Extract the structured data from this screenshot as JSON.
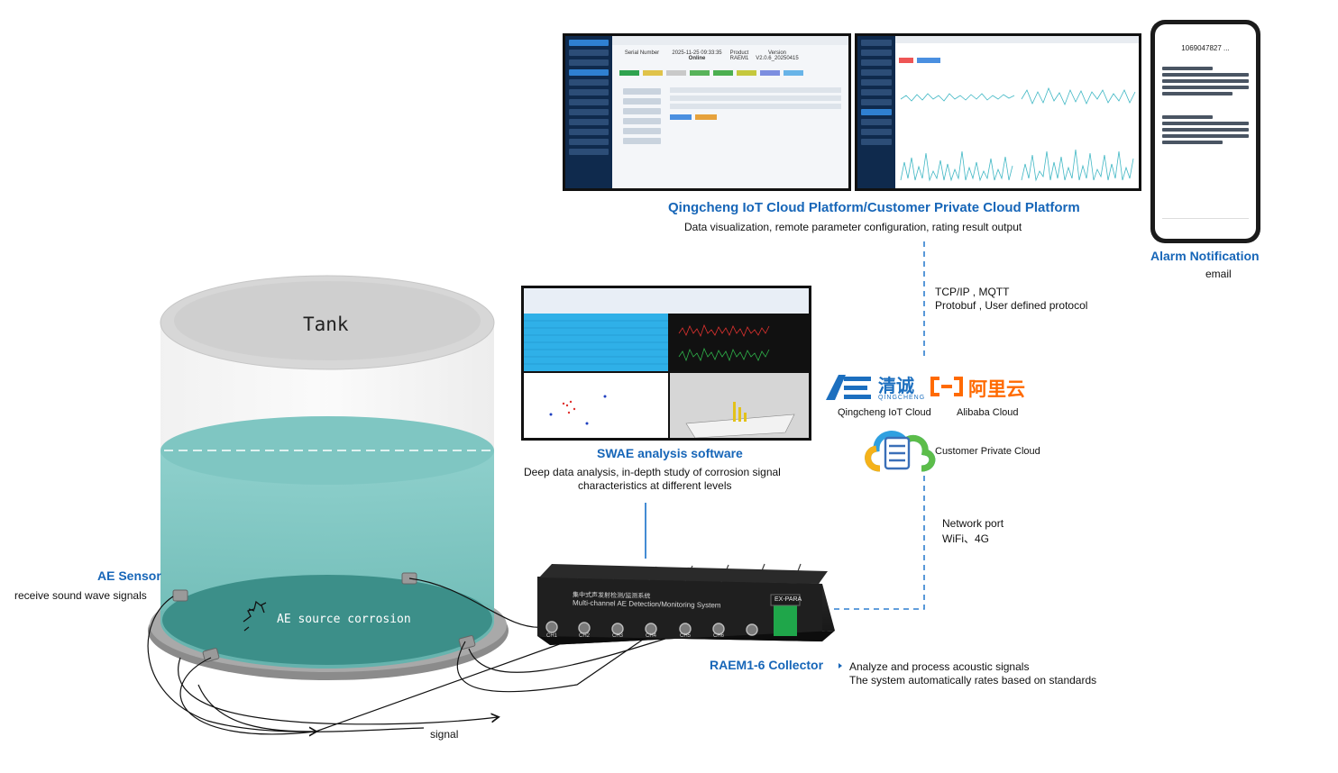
{
  "platform": {
    "title": "Qingcheng IoT Cloud Platform/Customer Private Cloud Platform",
    "subtitle": "Data visualization, remote parameter configuration, rating result output",
    "screen1": {
      "serial_label": "Serial Number",
      "time_value": "2025-11-25 09:33:35",
      "status": "Online",
      "product_label": "Product",
      "product_value": "RAEM1",
      "version_label": "Version",
      "version_value": "V2.0.6_20250415"
    }
  },
  "alarm": {
    "title": "Alarm Notification",
    "subtitle": "email",
    "phone_number": "1069047827 ..."
  },
  "link_cloud": {
    "line1": "TCP/IP , MQTT",
    "line2": "Protobuf , User defined protocol"
  },
  "clouds": {
    "qingcheng_logo": "清诚",
    "qingcheng_logo_en": "QINGCHENG",
    "qingcheng_label": "Qingcheng IoT Cloud",
    "alibaba_logo": "阿里云",
    "alibaba_label": "Alibaba Cloud",
    "private_label": "Customer Private Cloud"
  },
  "swae": {
    "title": "SWAE analysis software",
    "desc_line1": "Deep data analysis, in-depth study of corrosion signal",
    "desc_line2": "characteristics at different levels"
  },
  "network": {
    "line1": "Network port",
    "line2": "WiFi、4G"
  },
  "tank": {
    "label": "Tank",
    "source_label": "AE source corrosion"
  },
  "sensor": {
    "title": "AE Sensor",
    "desc": "receive sound wave signals"
  },
  "signal_label": "signal",
  "collector": {
    "title": "RAEM1-6 Collector",
    "desc_line1": "Analyze and process acoustic signals",
    "desc_line2": "The system automatically rates based on standards",
    "device_cn": "集中式声发射检测/监测系统",
    "device_en": "Multi-channel AE Detection/Monitoring System",
    "module_label": "EX-PARA",
    "channels": [
      "CH1",
      "CH2",
      "CH3",
      "CH4",
      "CH5",
      "CH6"
    ]
  },
  "colors": {
    "accent_blue": "#1766b8",
    "dashed_line": "#2f7fcf",
    "tank_water": "#6fbfbb",
    "device_black": "#1c1c1c"
  }
}
